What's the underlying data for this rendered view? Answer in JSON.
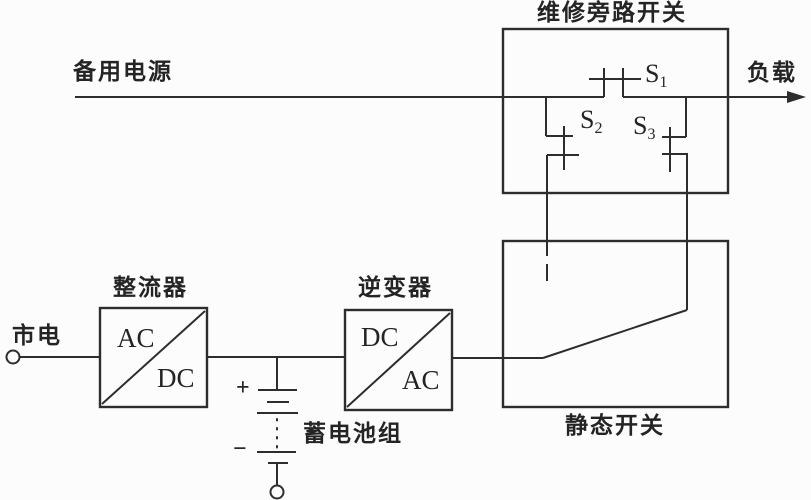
{
  "diagram_type": "ups-power-system-circuit",
  "labels": {
    "bypass_box_title": "维修旁路开关",
    "backup_power": "备用电源",
    "load": "负载",
    "mains": "市电",
    "rectifier": "整流器",
    "inverter": "逆变器",
    "battery_bank": "蓄电池组",
    "static_switch": "静态开关",
    "rectifier_input": "AC",
    "rectifier_output": "DC",
    "inverter_input": "DC",
    "inverter_output": "AC",
    "battery_plus": "+",
    "battery_minus": "−"
  },
  "switches": {
    "s1": {
      "base": "S",
      "sub": "1"
    },
    "s2": {
      "base": "S",
      "sub": "2"
    },
    "s3": {
      "base": "S",
      "sub": "3"
    }
  },
  "colors": {
    "line": "#2d2d2d",
    "text": "#242424",
    "background": "#fcfcfc"
  }
}
